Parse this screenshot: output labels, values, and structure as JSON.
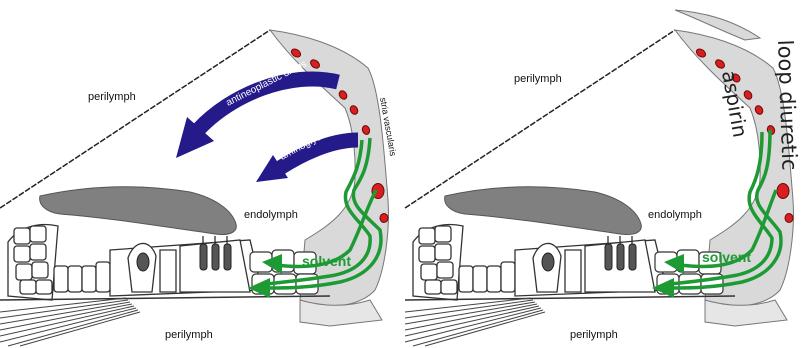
{
  "colors": {
    "arrow_blue": "#251a8a",
    "solvent_green": "#1e9a35",
    "stria_gray": "#d9d9d9",
    "membrane_gray": "#808080",
    "capillary_red": "#d81e1e"
  },
  "left_panel": {
    "perilymph_top": "perilymph",
    "perilymph_bottom": "perilymph",
    "endolymph": "endolymph",
    "stria_vascularis": "stria vascularis",
    "drug_1": "antineoplastic drugs",
    "drug_2": "aminoglycosides",
    "solvent": "solvent"
  },
  "right_panel": {
    "perilymph_top": "perilymph",
    "perilymph_bottom": "perilymph",
    "endolymph": "endolymph",
    "drug_1": "aspirin",
    "drug_2": "loop diuretic",
    "solvent": "solvent"
  }
}
